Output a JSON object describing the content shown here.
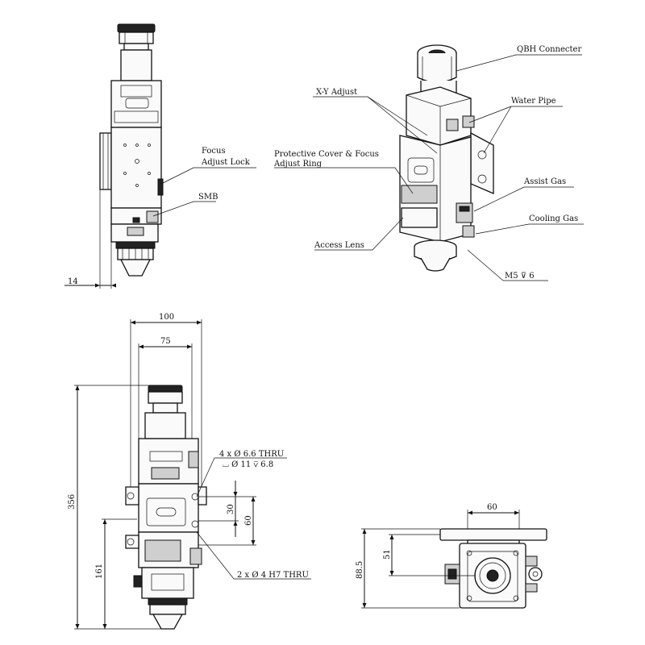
{
  "callouts": {
    "focus_adjust_lock_1": "Focus",
    "focus_adjust_lock_2": "Adjust Lock",
    "smb": "SMB",
    "qbh_connecter": "QBH Connecter",
    "xy_adjust": "X-Y Adjust",
    "water_pipe": "Water Pipe",
    "protective_cover_1": "Protective Cover & Focus",
    "protective_cover_2": "Adjust Ring",
    "assist_gas": "Assist Gas",
    "cooling_gas": "Cooling Gas",
    "access_lens": "Access Lens",
    "m5_thread": "M5  ⊽ 6"
  },
  "dimensions": {
    "side_offset": "14",
    "total_width": "100",
    "inner_width": "75",
    "total_height": "356",
    "lower_height": "161",
    "hole_spacing_30": "30",
    "hole_spacing_60": "60",
    "mount_holes_1": "4 x Ø 6.6 THRU",
    "mount_holes_2": "⌴ Ø 11 ⊽ 6.8",
    "pin_holes": "2 x Ø 4  H7 THRU",
    "bottom_width": "60",
    "bottom_h51": "51",
    "bottom_h88": "88.5"
  }
}
